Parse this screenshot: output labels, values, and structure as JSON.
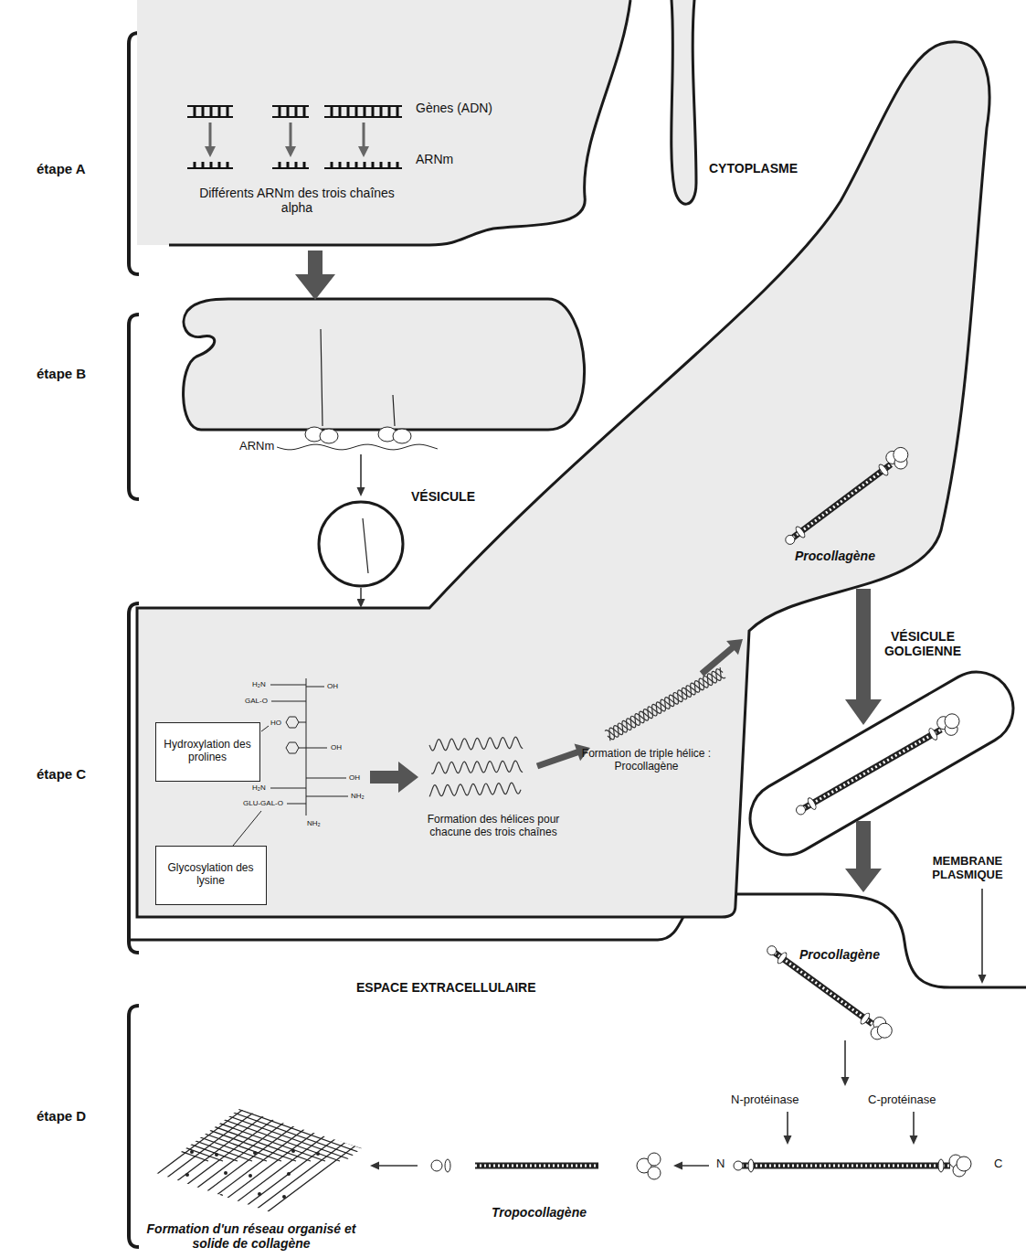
{
  "diagram": {
    "nodes": [
      {
        "text": [
          "Gènes (ADN)",
          "ARNm",
          "Différents ARNm des trois chaînes alpha"
        ]
      },
      {
        "text": [
          "VÉSICULE"
        ]
      },
      {
        "text": [
          "Formation des hélices pour chacune des trois chaînes",
          "Formation de triple hélice : Procollagène",
          "Procollagène"
        ]
      },
      {
        "text": [
          "Hydroxylation des prolines"
        ],
        "in": 2
      },
      {
        "text": [
          "Glycosylation des lysine"
        ],
        "in": 2
      },
      {
        "text": [
          "VÉSICULE GOLGIENNE"
        ]
      }
    ],
    "edges": [
      {
        "from": 1,
        "to": 2,
        "arrow": "to"
      },
      {
        "from": 2,
        "to": 5,
        "arrow": "to"
      }
    ],
    "labels": [
      "étape A",
      "CYTOPLASME",
      "étape B",
      "ARNm",
      "étape C",
      "H₂N",
      "GAL-O",
      "HO",
      "OH",
      "OH",
      "H₂N",
      "GLU-GAL-O",
      "OH",
      "NH₂",
      "NH₂",
      "MEMBRANE PLASMIQUE",
      "Procollagène",
      "ESPACE EXTRACELLULAIRE",
      "étape D",
      "N-protéinase",
      "C-protéinase",
      "N",
      "C",
      "Tropocollagène",
      "Formation d'un réseau organisé et solide de collagène"
    ]
  }
}
